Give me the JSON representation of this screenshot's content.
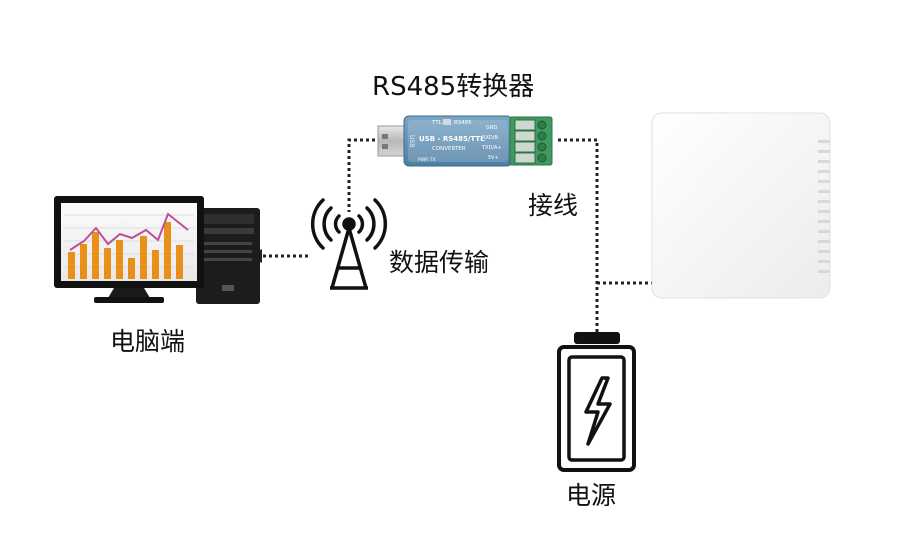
{
  "labels": {
    "converter": "RS485转换器",
    "wiring": "接线",
    "transfer": "数据传输",
    "pc": "电脑端",
    "power": "电源"
  },
  "converter_device": {
    "title": "USB - RS485/TTL",
    "subtitle": "CONVERTER",
    "mode_ttl": "TTL",
    "mode_rs485": "RS485",
    "usb_text": "USB",
    "pins": [
      "GND",
      "RXD/B-",
      "TXD/A+",
      "5V+"
    ],
    "leds": "PWR  TX"
  },
  "colors": {
    "line": "#222222",
    "converter_body": "#5f8fb0",
    "terminal": "#3f9a5f",
    "chart_orange": "#e8901a",
    "chart_pink": "#c24d9a",
    "battery": "#1a1a1a"
  }
}
